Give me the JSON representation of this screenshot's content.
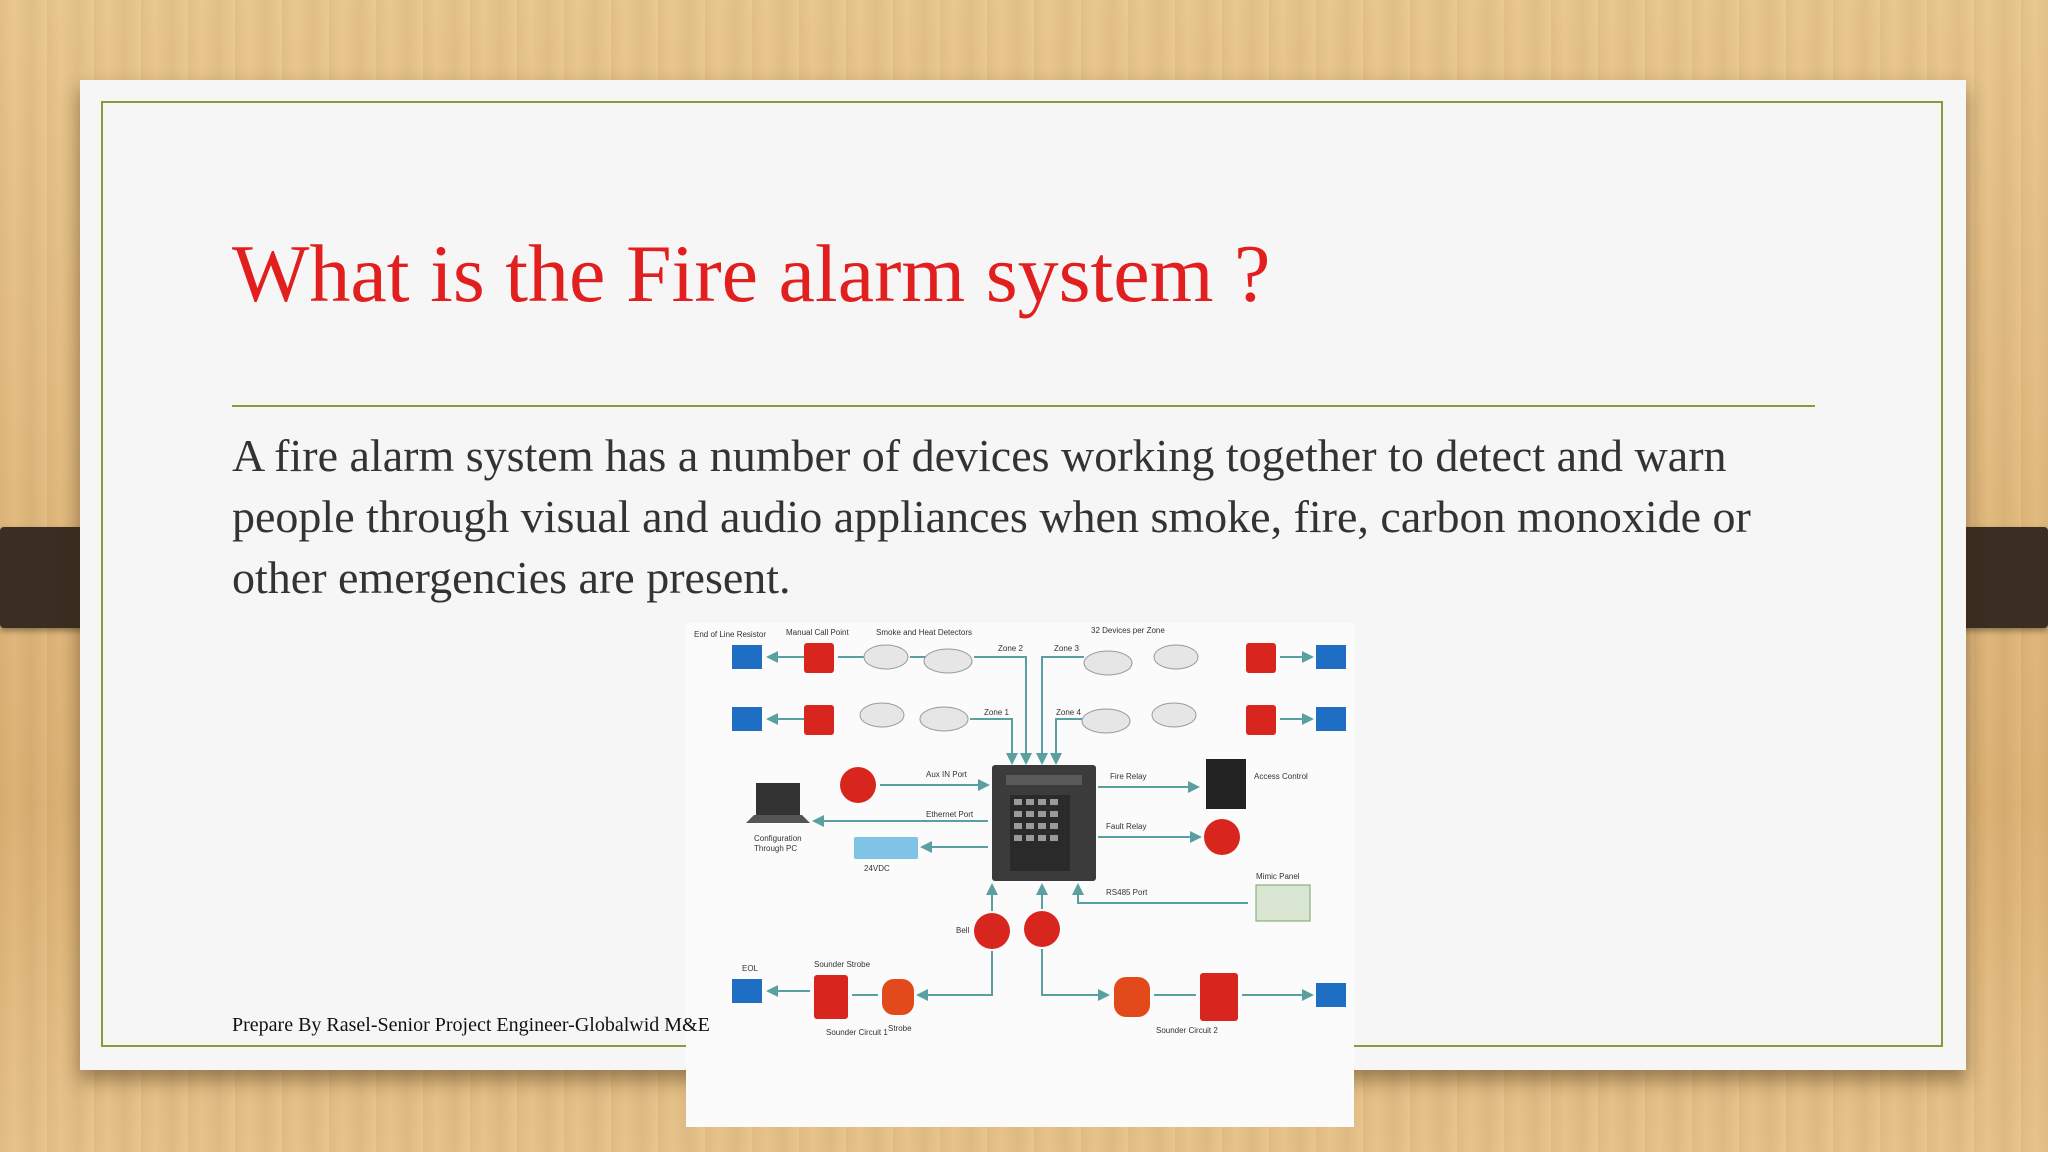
{
  "slide": {
    "title": "What is the Fire alarm system ?",
    "body": "A fire alarm system has a number of devices working together to detect and warn people through visual and audio appliances when smoke, fire, carbon monoxide or other emergencies are present.",
    "footer": "Prepare By Rasel-Senior Project Engineer-Globalwid M&E"
  },
  "diagram": {
    "labels": {
      "eol_resistor": "End of Line Resistor",
      "manual_call_point": "Manual Call Point",
      "smoke_heat": "Smoke and Heat Detectors",
      "devices_per_zone": "32 Devices per Zone",
      "zone1": "Zone 1",
      "zone2": "Zone 2",
      "zone3": "Zone 3",
      "zone4": "Zone 4",
      "aux_in": "Aux IN Port",
      "ethernet": "Ethernet Port",
      "config_pc_1": "Configuration",
      "config_pc_2": "Through PC",
      "v24": "24VDC",
      "fire_relay": "Fire Relay",
      "access_control": "Access Control",
      "fault_relay": "Fault Relay",
      "mimic_panel": "Mimic Panel",
      "rs485": "RS485 Port",
      "bell": "Bell",
      "eol": "EOL",
      "sounder_strobe": "Sounder Strobe",
      "sounder_circuit1": "Sounder Circuit 1",
      "strobe": "Strobe",
      "sounder_circuit2": "Sounder Circuit 2"
    },
    "colors": {
      "panel": "#3b3b3b",
      "device_red": "#d8261e",
      "eol_blue": "#1e6fc4",
      "arrow": "#5aa0a0"
    }
  }
}
